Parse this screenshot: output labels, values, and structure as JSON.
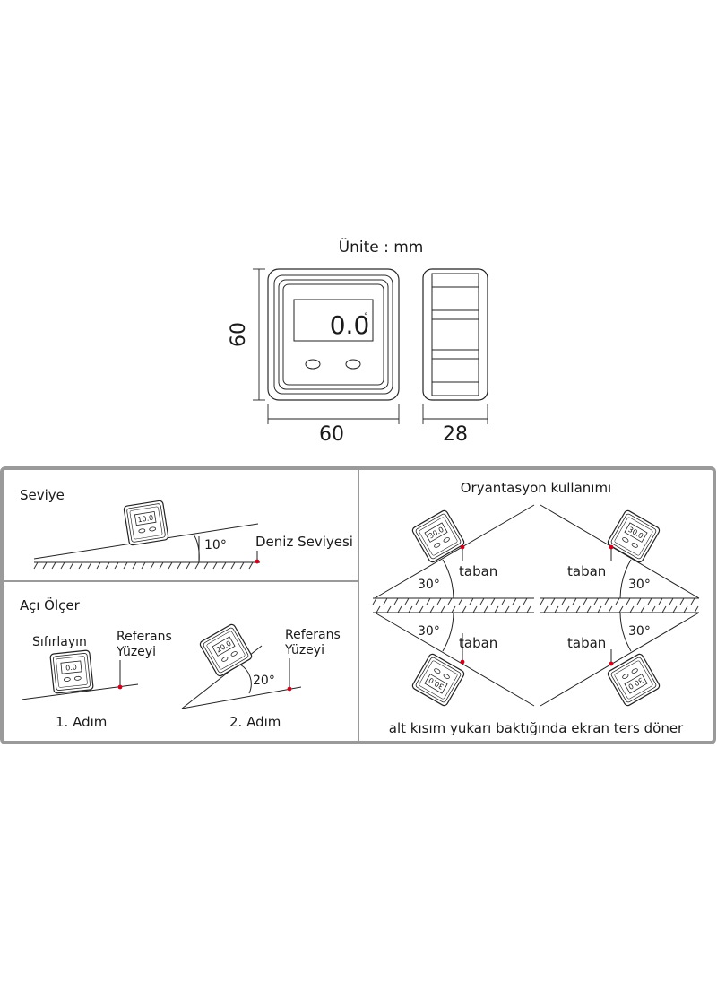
{
  "unit_label": "Ünite : mm",
  "dimensions": {
    "height": "60",
    "width": "60",
    "depth": "28"
  },
  "display_glyph": "0.0",
  "degree_mark": "°",
  "panels": {
    "level": {
      "title": "Seviye",
      "angle": "10°",
      "sea_level": "Deniz Seviyesi",
      "display": "10.0"
    },
    "angle_gauge": {
      "title": "Açı Ölçer",
      "reset": "Sıfırlayın",
      "ref1_line1": "Referans",
      "ref1_line2": "Yüzeyi",
      "ref2_line1": "Referans",
      "ref2_line2": "Yüzeyi",
      "angle": "20°",
      "step1": "1. Adım",
      "step2": "2. Adım",
      "display1": "0.0",
      "display2": "20.0"
    },
    "orientation": {
      "title": "Oryantasyon kullanımı",
      "base_tl": "taban",
      "base_tr": "taban",
      "base_bl": "taban",
      "base_br": "taban",
      "angle_tl": "30°",
      "angle_tr": "30°",
      "angle_bl": "30°",
      "angle_br": "30°",
      "display": "30.0",
      "note": "alt kısım yukarı baktığında ekran ters döner"
    }
  }
}
